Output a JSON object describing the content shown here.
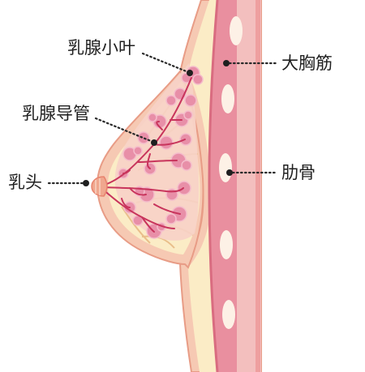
{
  "labels": {
    "lobule": "乳腺小叶",
    "duct": "乳腺导管",
    "nipple": "乳头",
    "pectoral_muscle": "大胸筋",
    "rib": "肋骨"
  },
  "colors": {
    "skin_outer": "#f6c9b3",
    "skin_border": "#e89c86",
    "fat": "#fbecc6",
    "suspensory_lines": "#e9be8a",
    "muscle": "#e98f9f",
    "muscle_dark": "#d96c80",
    "muscle_band": "#f3bfbe",
    "rib_oval": "#fdf1e6",
    "lobule": "#e88fa8",
    "duct": "#c8345c",
    "nipple": "#f0a78e",
    "text": "#1f1f1f"
  }
}
